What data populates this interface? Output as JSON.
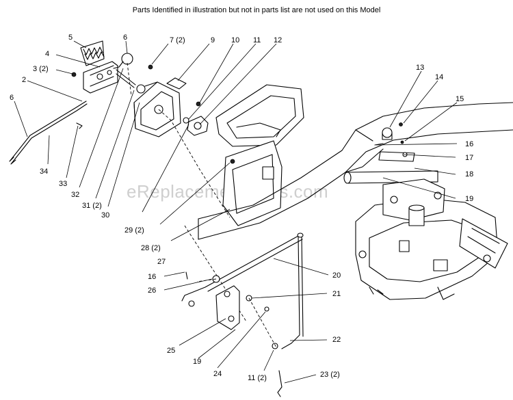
{
  "header_note": "Parts Identified  in illustration but not in parts list are not used on this Model",
  "watermark": "eReplacementParts.com",
  "callouts": {
    "c5": "5",
    "c6a": "6",
    "c4": "4",
    "c3": "3 (2)",
    "c2": "2",
    "c6b": "6",
    "c7": "7 (2)",
    "c9": "9",
    "c10": "10",
    "c11": "11",
    "c12": "12",
    "c34": "34",
    "c33": "33",
    "c32": "32",
    "c31": "31 (2)",
    "c30": "30",
    "c29": "29 (2)",
    "c28": "28 (2)",
    "c27": "27",
    "c13": "13",
    "c14": "14",
    "c15": "15",
    "c16a": "16",
    "c17": "17",
    "c18": "18",
    "c19a": "19",
    "c16b": "16",
    "c26": "26",
    "c20": "20",
    "c21": "21",
    "c22": "22",
    "c25": "25",
    "c19b": "19",
    "c24": "24",
    "c11b": "11 (2)",
    "c23": "23 (2)"
  }
}
